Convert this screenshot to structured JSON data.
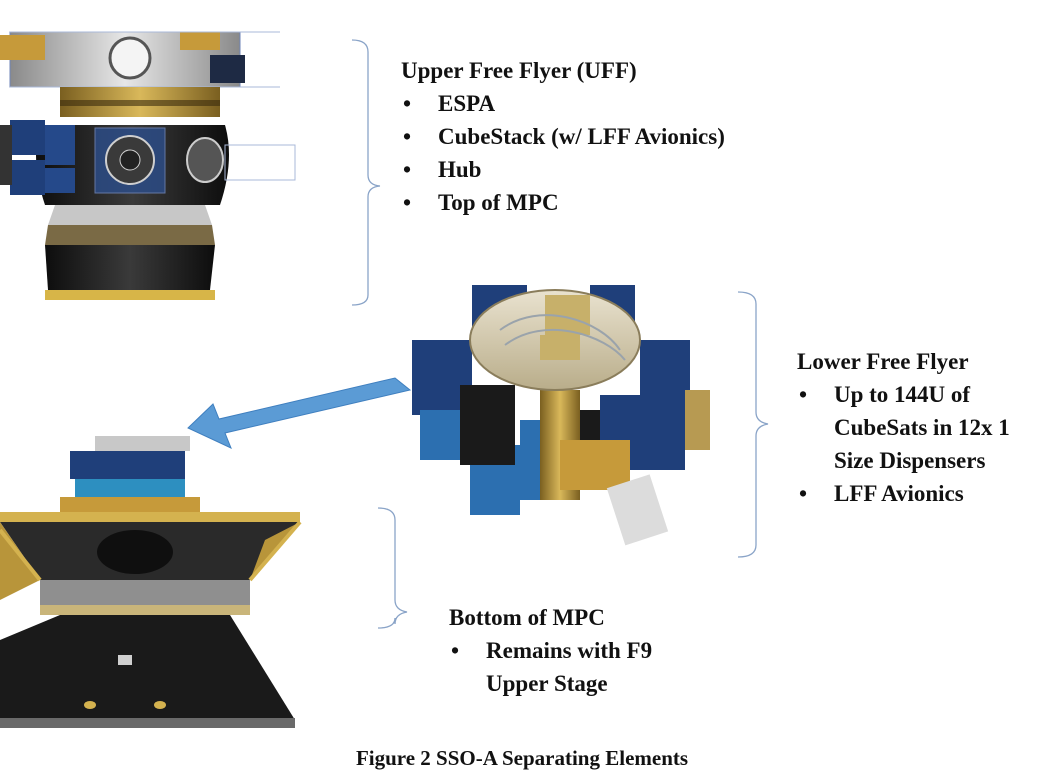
{
  "groups": [
    {
      "heading": "Upper Free Flyer (UFF)",
      "items": [
        "ESPA",
        "CubeStack (w/ LFF Avionics)",
        "Hub",
        "Top of MPC"
      ]
    },
    {
      "heading": "Lower Free Flyer",
      "items": [
        "Up to 144U of CubeSats in 12x 1",
        "Size Dispensers",
        "LFF Avionics"
      ]
    },
    {
      "heading": "Bottom of MPC",
      "items": [
        "Remains with F9",
        "Upper Stage"
      ]
    }
  ],
  "caption": "Figure 2 SSO-A Separating Elements",
  "colors": {
    "bracket": "#8aa4c8",
    "arrow": "#5b9bd5",
    "panel_blue": "#1f3f7a",
    "gold": "#b8953a",
    "dark_body": "#1c1c1c"
  }
}
